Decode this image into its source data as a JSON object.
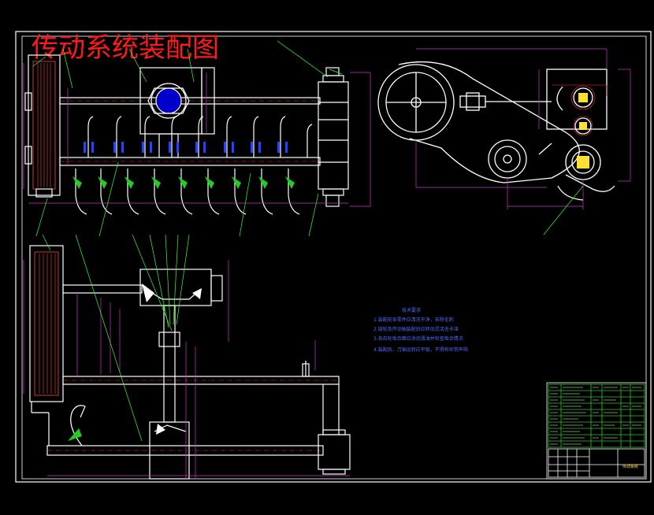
{
  "drawing": {
    "title": "传动系统装配图"
  },
  "tech_requirements": {
    "heading": "技术要求",
    "items": [
      "1.装配前各零件应清洗干净，去除毛刺",
      "2.链轮及传动轴装配后应转动灵活无卡滞",
      "3.各齿轮啮合面应涂润滑油并检查啮合情况",
      "4.装配后，刀轴运转应平稳，不得有异常声响"
    ]
  },
  "title_block": {
    "drawing_name": "传动系统"
  },
  "colors": {
    "background": "#000000",
    "outline": "#ffffff",
    "dimension": "#cc33cc",
    "leader": "#33ff33",
    "title": "#ff1a1a",
    "notes": "#4d6bff",
    "titleblock_green": "#22cc22",
    "accent_yellow": "#ffe033"
  }
}
